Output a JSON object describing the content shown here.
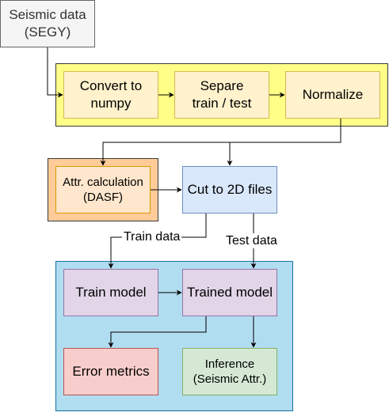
{
  "nodes": {
    "segy": {
      "label": "Seismic data\n(SEGY)"
    },
    "convert": {
      "label": "Convert to\nnumpy"
    },
    "separe": {
      "label": "Separe\ntrain / test"
    },
    "normalize": {
      "label": "Normalize"
    },
    "attr": {
      "label": "Attr. calculation\n(DASF)"
    },
    "cut": {
      "label": "Cut to 2D files"
    },
    "train_model": {
      "label": "Train model"
    },
    "trained_model": {
      "label": "Trained model"
    },
    "error_metrics": {
      "label": "Error metrics"
    },
    "inference": {
      "label": "Inference\n(Seismic Attr.)"
    }
  },
  "edges": {
    "train_data": "Train data",
    "test_data": "Test data"
  },
  "colors": {
    "yellow_group": "#ffff88",
    "orange_group": "#ffcc99",
    "blue_group": "#b1ddf0",
    "node_yellow": "#fff2cc",
    "node_orange": "#ffe6cc",
    "node_blue": "#dae8fc",
    "node_purple": "#e1d5e7",
    "node_red": "#f8cecc",
    "node_green": "#d5e8d4",
    "node_gray": "#f5f5f5"
  }
}
